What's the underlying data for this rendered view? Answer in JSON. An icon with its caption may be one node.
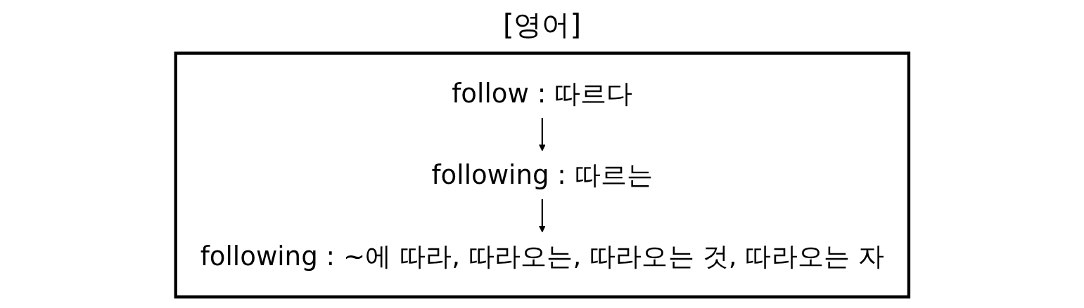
{
  "diagram": {
    "title": "[영어]",
    "nodes": [
      {
        "text": [],
        "shape": "box"
      },
      {
        "text": [
          "follow : 따르다"
        ],
        "in": 0
      },
      {
        "text": [
          "following : 따르는"
        ],
        "in": 0
      },
      {
        "text": [
          "following : ~에 따라, 따라오는, 따라오는 것, 따라오는 자"
        ],
        "in": 0
      }
    ],
    "edges": [
      {
        "from": 1,
        "to": 2,
        "arrow": "to"
      },
      {
        "from": 2,
        "to": 3,
        "arrow": "to"
      }
    ]
  }
}
